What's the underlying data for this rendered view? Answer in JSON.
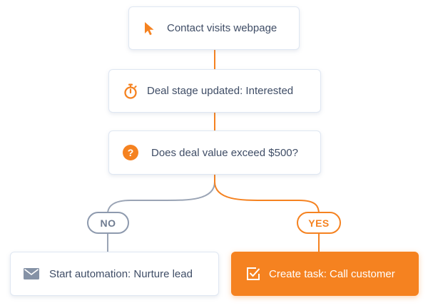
{
  "flow": {
    "step1": {
      "label": "Contact visits webpage",
      "icon": "cursor-arrow-icon"
    },
    "step2": {
      "label": "Deal stage updated: Interested",
      "icon": "stopwatch-icon"
    },
    "step3": {
      "label": "Does deal value exceed $500?",
      "icon": "question-icon"
    },
    "branch_no": {
      "badge": "NO",
      "action": {
        "label": "Start automation: Nurture lead",
        "icon": "envelope-icon"
      }
    },
    "branch_yes": {
      "badge": "YES",
      "action": {
        "label": "Create task: Call customer",
        "icon": "checkbox-icon"
      }
    }
  },
  "colors": {
    "accent": "#f58220",
    "neutral_line": "#9aa4b5",
    "text": "#3f4d66",
    "node_border": "#dfe7f2"
  }
}
